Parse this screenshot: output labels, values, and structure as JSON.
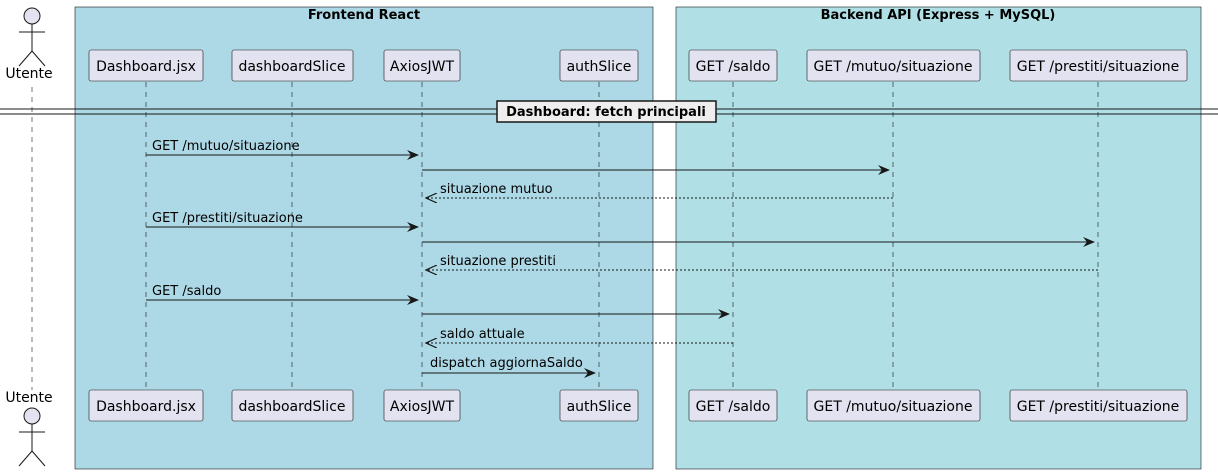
{
  "actor": {
    "label": "Utente"
  },
  "boxes": [
    {
      "title": "Frontend React",
      "color": "#ADD8E6"
    },
    {
      "title": "Backend API (Express + MySQL)",
      "color": "#B0E0E6"
    }
  ],
  "participants": [
    {
      "label": "Dashboard.jsx"
    },
    {
      "label": "dashboardSlice"
    },
    {
      "label": "AxiosJWT"
    },
    {
      "label": "authSlice"
    },
    {
      "label": "GET /saldo"
    },
    {
      "label": "GET /mutuo/situazione"
    },
    {
      "label": "GET /prestiti/situazione"
    }
  ],
  "divider": {
    "label": "Dashboard: fetch principali"
  },
  "messages": [
    {
      "from": "Dashboard.jsx",
      "to": "AxiosJWT",
      "label": "GET /mutuo/situazione",
      "style": "solid"
    },
    {
      "from": "AxiosJWT",
      "to": "GET /mutuo/situazione",
      "label": "",
      "style": "solid"
    },
    {
      "from": "GET /mutuo/situazione",
      "to": "AxiosJWT",
      "label": "situazione mutuo",
      "style": "dashed"
    },
    {
      "from": "Dashboard.jsx",
      "to": "AxiosJWT",
      "label": "GET /prestiti/situazione",
      "style": "solid"
    },
    {
      "from": "AxiosJWT",
      "to": "GET /prestiti/situazione",
      "label": "",
      "style": "solid"
    },
    {
      "from": "GET /prestiti/situazione",
      "to": "AxiosJWT",
      "label": "situazione prestiti",
      "style": "dashed"
    },
    {
      "from": "Dashboard.jsx",
      "to": "AxiosJWT",
      "label": "GET /saldo",
      "style": "solid"
    },
    {
      "from": "AxiosJWT",
      "to": "GET /saldo",
      "label": "",
      "style": "solid"
    },
    {
      "from": "GET /saldo",
      "to": "AxiosJWT",
      "label": "saldo attuale",
      "style": "dashed"
    },
    {
      "from": "AxiosJWT",
      "to": "authSlice",
      "label": "dispatch aggiornaSaldo",
      "style": "solid"
    }
  ],
  "colors": {
    "participant_fill": "#E2E2F0",
    "participant_stroke": "#181818",
    "actor_fill": "#E2E2F0",
    "lifeline": "#181818",
    "arrow": "#181818"
  }
}
